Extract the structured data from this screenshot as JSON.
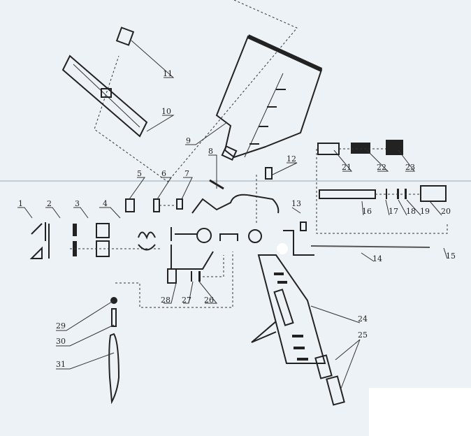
{
  "title": "Spray gun exploded parts diagram",
  "part_labels": [
    "1",
    "2",
    "3",
    "4",
    "5",
    "6",
    "7",
    "8",
    "9",
    "10",
    "11",
    "12",
    "13",
    "14",
    "15",
    "16",
    "17",
    "18",
    "19",
    "20",
    "21",
    "22",
    "23",
    "24",
    "25",
    "26",
    "27",
    "28",
    "29",
    "30",
    "31"
  ]
}
